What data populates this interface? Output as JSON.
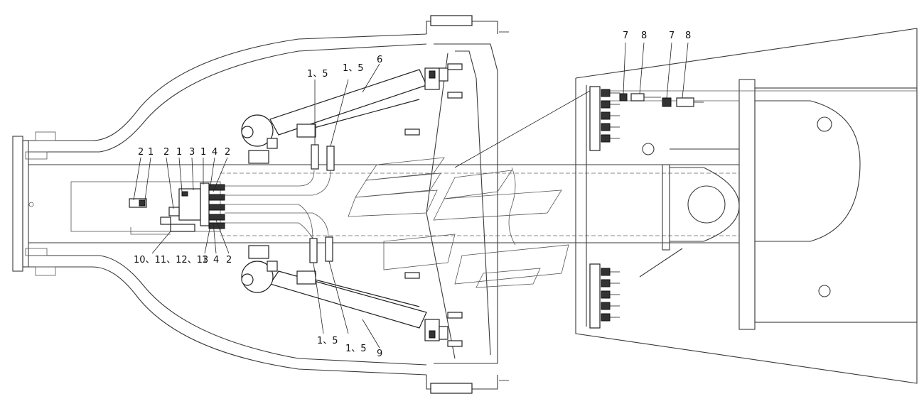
{
  "callouts": {
    "top_cylinder": "6",
    "bottom_cylinder": "9",
    "valve_group": "10、11、12、13",
    "hose_top_left": "1、5",
    "hose_top_right": "1、5",
    "hose_bot_left": "1、5",
    "hose_bot_right": "1、5",
    "valve_top_a": "2",
    "valve_top_b": "1",
    "valve_top_c": "2",
    "valve_top_d": "1",
    "valve_top_e": "3",
    "valve_top_f": "1",
    "valve_top_g": "4",
    "valve_top_h": "2",
    "valve_bot_a": "1",
    "valve_bot_b": "4",
    "valve_bot_c": "2",
    "fit_7a": "7",
    "fit_8a": "8",
    "fit_7b": "7",
    "fit_8b": "8"
  },
  "colors": {
    "line": "#3a3a3a",
    "part": "#222222"
  }
}
